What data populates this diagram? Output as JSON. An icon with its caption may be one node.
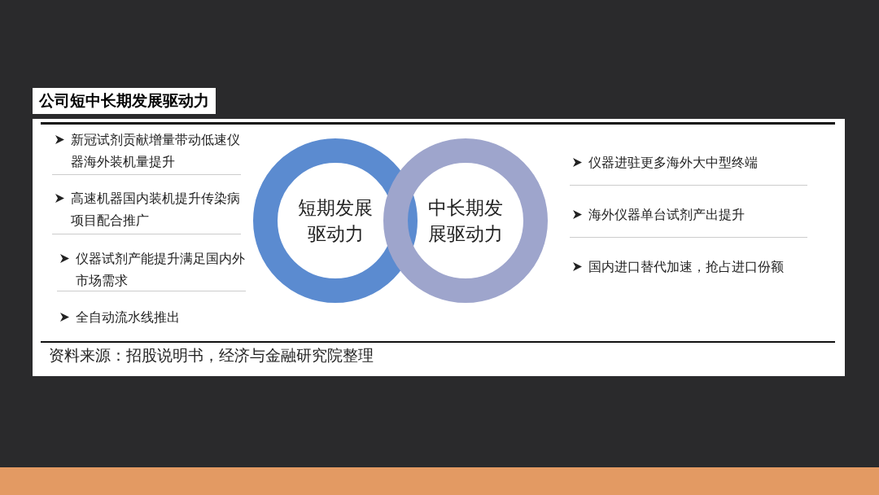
{
  "diagram": {
    "title": "公司短中长期发展驱动力",
    "caption": "资料来源：招股说明书，经济与金融研究院整理",
    "nodes": [
      {
        "text": [
          "短期发展驱动力"
        ]
      },
      {
        "text": [
          "中长期发展驱动力"
        ]
      }
    ],
    "labels": [
      "新冠试剂贡献增量带动低速仪器海外装机量提升",
      "高速机器国内装机提升传染病项目配合推广",
      "仪器试剂产能提升满足国内外市场需求",
      "全自动流水线推出",
      "仪器进驻更多海外大中型终端",
      "海外仪器单台试剂产出提升",
      "国内进口替代加速，抢占进口份额"
    ]
  }
}
